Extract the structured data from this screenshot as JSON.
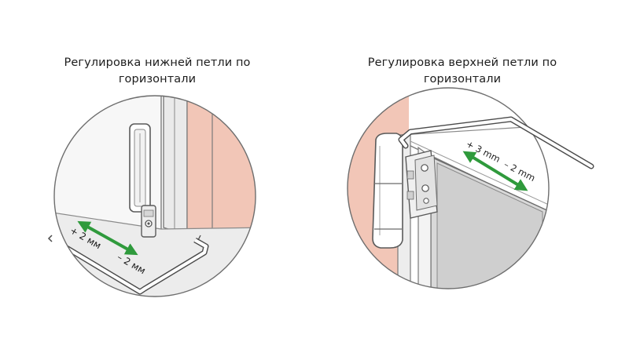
{
  "panels": {
    "left": {
      "title_line1": "Регулировка нижней петли по",
      "title_line2": "горизонтали",
      "plus_label": "+ 2 мм",
      "minus_label": "– 2 мм"
    },
    "right": {
      "title_line1": "Регулировка верхней петли по",
      "title_line2": "горизонтали",
      "plus_label": "+ 3 mm",
      "minus_label": "– 2 mm"
    }
  },
  "colors": {
    "frame_pink": "#f2c6b7",
    "arrow_green": "#2f9a3c",
    "line_gray": "#6e6e6e",
    "fill_light": "#f4f4f4",
    "fill_gray": "#d9d9d9"
  },
  "icons": {
    "arrow": "double-headed-arrow",
    "tool": "hex-key"
  }
}
